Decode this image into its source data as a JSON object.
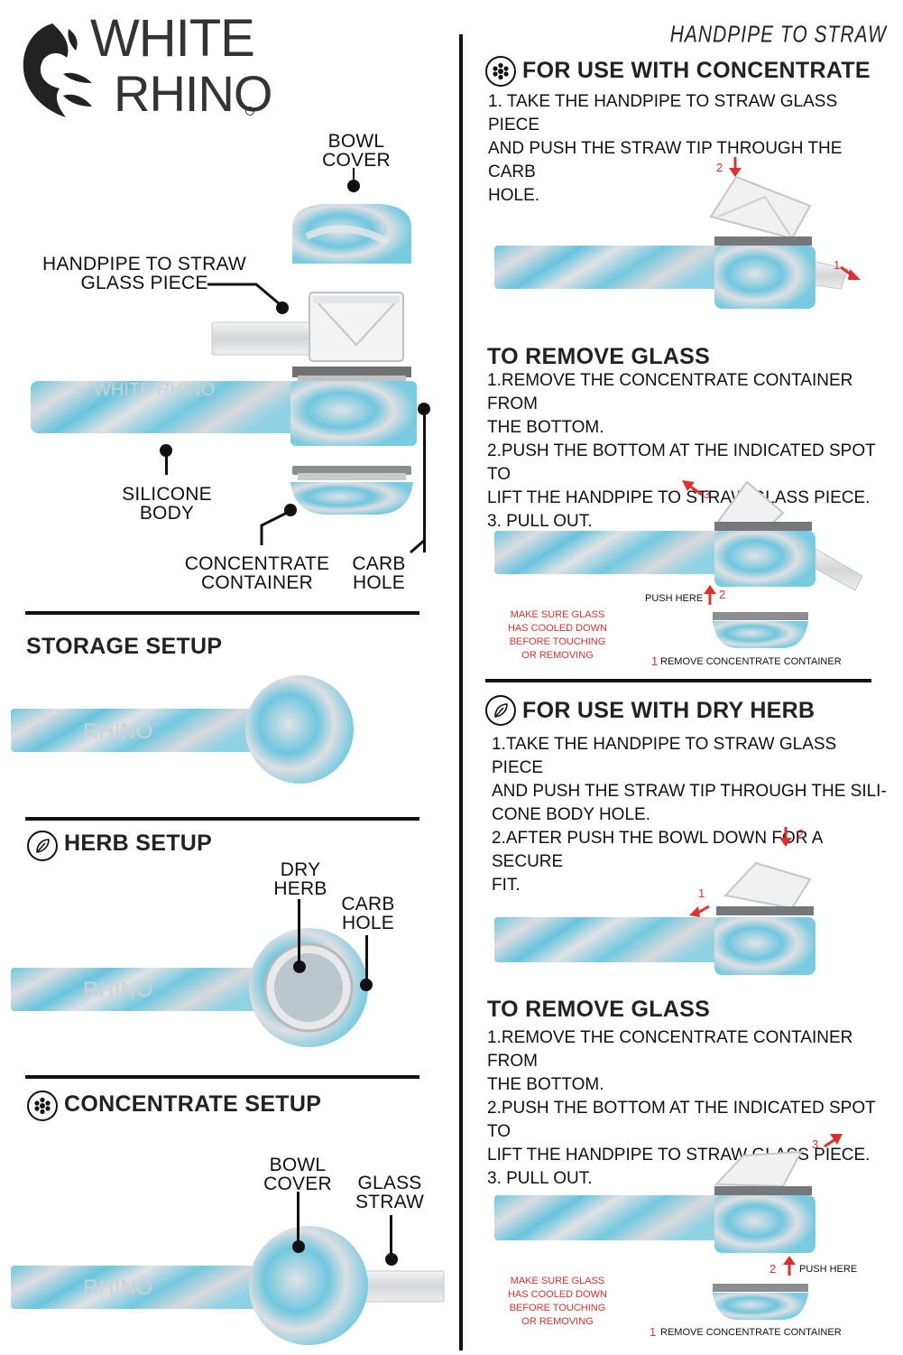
{
  "header": {
    "brand_line1": "WHITE",
    "brand_line2": "RHINO",
    "doc_title": "HANDPIPE TO STRAW"
  },
  "parts": {
    "bowl_cover": [
      "BOWL",
      "COVER"
    ],
    "glass_piece": [
      "HANDPIPE TO STRAW",
      "GLASS PIECE"
    ],
    "silicone_body": [
      "SILICONE",
      "BODY"
    ],
    "concentrate_container": [
      "CONCENTRATE",
      "CONTAINER"
    ],
    "carb_hole": [
      "CARB",
      "HOLE"
    ]
  },
  "storage": {
    "title": "STORAGE SETUP"
  },
  "herb_setup": {
    "title": "HERB SETUP",
    "dry_herb": [
      "DRY",
      "HERB"
    ],
    "carb_hole": [
      "CARB",
      "HOLE"
    ]
  },
  "concentrate_setup": {
    "title": "CONCENTRATE SETUP",
    "bowl_cover": [
      "BOWL",
      "COVER"
    ],
    "glass_straw": [
      "GLASS",
      "STRAW"
    ]
  },
  "concentrate_use": {
    "title": "FOR USE WITH CONCENTRATE",
    "steps": [
      "1. TAKE THE HANDPIPE TO STRAW GLASS PIECE",
      "AND PUSH THE STRAW TIP THROUGH THE CARB",
      "HOLE."
    ],
    "arrow1": "1",
    "arrow2": "2",
    "remove_title": "TO REMOVE GLASS",
    "remove_steps": [
      "1.REMOVE THE CONCENTRATE CONTAINER FROM",
      "THE BOTTOM.",
      "2.PUSH THE BOTTOM AT THE INDICATED SPOT TO",
      "LIFT THE HANDPIPE TO STRAW GLASS PIECE.",
      "3. PULL OUT."
    ],
    "arrow3": "3",
    "push_here": "PUSH HERE",
    "push_num": "2",
    "warning": [
      "MAKE SURE GLASS",
      "HAS COOLED DOWN",
      "BEFORE TOUCHING",
      "OR REMOVING"
    ],
    "remove_container_num": "1",
    "remove_container": "REMOVE CONCENTRATE CONTAINER"
  },
  "herb_use": {
    "title": "FOR USE WITH DRY HERB",
    "steps": [
      "1.TAKE THE HANDPIPE TO STRAW GLASS PIECE",
      "AND PUSH THE STRAW TIP THROUGH THE SILI-",
      "CONE BODY HOLE.",
      "2.AFTER PUSH THE BOWL DOWN FOR A SECURE",
      "FIT."
    ],
    "arrow1": "1",
    "arrow2": "2",
    "remove_title": "TO REMOVE GLASS",
    "remove_steps": [
      "1.REMOVE THE CONCENTRATE CONTAINER FROM",
      "THE BOTTOM.",
      "2.PUSH THE BOTTOM AT THE INDICATED SPOT TO",
      "LIFT THE HANDPIPE TO STRAW GLASS PIECE.",
      "3. PULL OUT."
    ],
    "arrow3": "3",
    "push_num": "2",
    "push_here": "PUSH HERE",
    "warning": [
      "MAKE SURE GLASS",
      "HAS COOLED DOWN",
      "BEFORE TOUCHING",
      "OR REMOVING"
    ],
    "remove_container_num": "1",
    "remove_container": "REMOVE CONCENTRATE CONTAINER"
  },
  "colors": {
    "silicone_blue": "#5ec3dd",
    "silicone_gray": "#d9dadc",
    "red": "#e0302c",
    "ink": "#111111"
  }
}
